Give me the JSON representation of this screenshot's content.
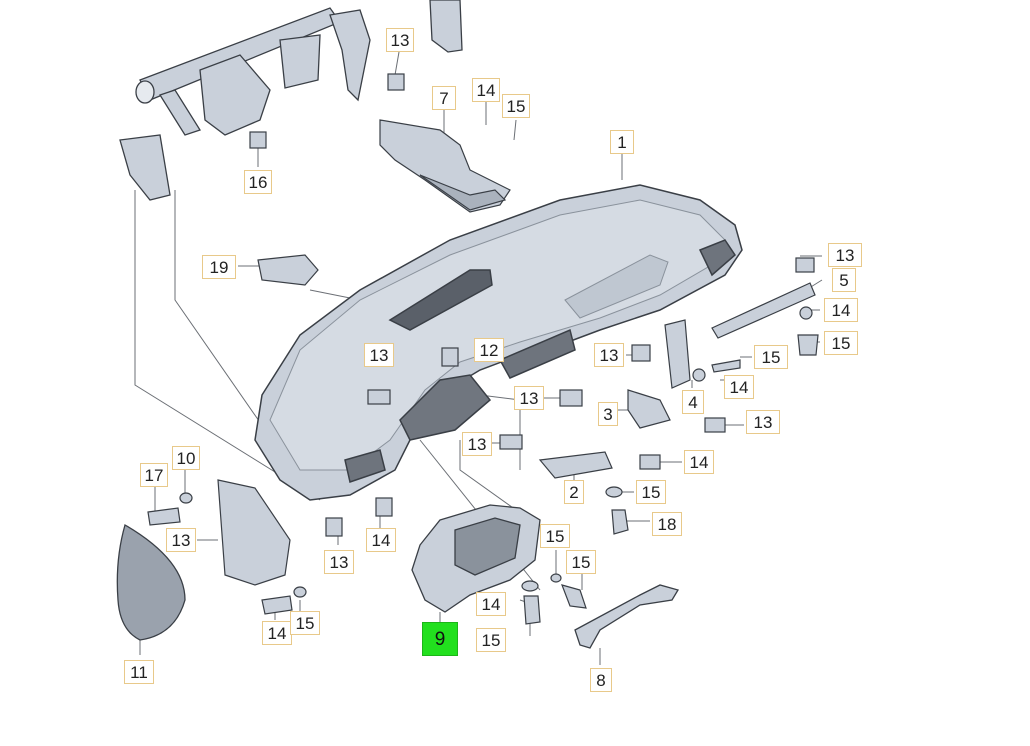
{
  "diagram": {
    "highlight_color": "#22e01e",
    "part_fill": "#c9d0da",
    "part_stroke": "#3a3f46",
    "leader_color": "#6b6f75",
    "callouts": [
      "13",
      "7",
      "14",
      "15",
      "16",
      "1",
      "19",
      "13",
      "5",
      "14",
      "15",
      "13",
      "12",
      "13",
      "15",
      "14",
      "4",
      "13",
      "3",
      "13",
      "13",
      "2",
      "14",
      "15",
      "18",
      "17",
      "10",
      "13",
      "13",
      "14",
      "15",
      "14",
      "15",
      "15",
      "14",
      "9",
      "15",
      "11",
      "8"
    ]
  }
}
